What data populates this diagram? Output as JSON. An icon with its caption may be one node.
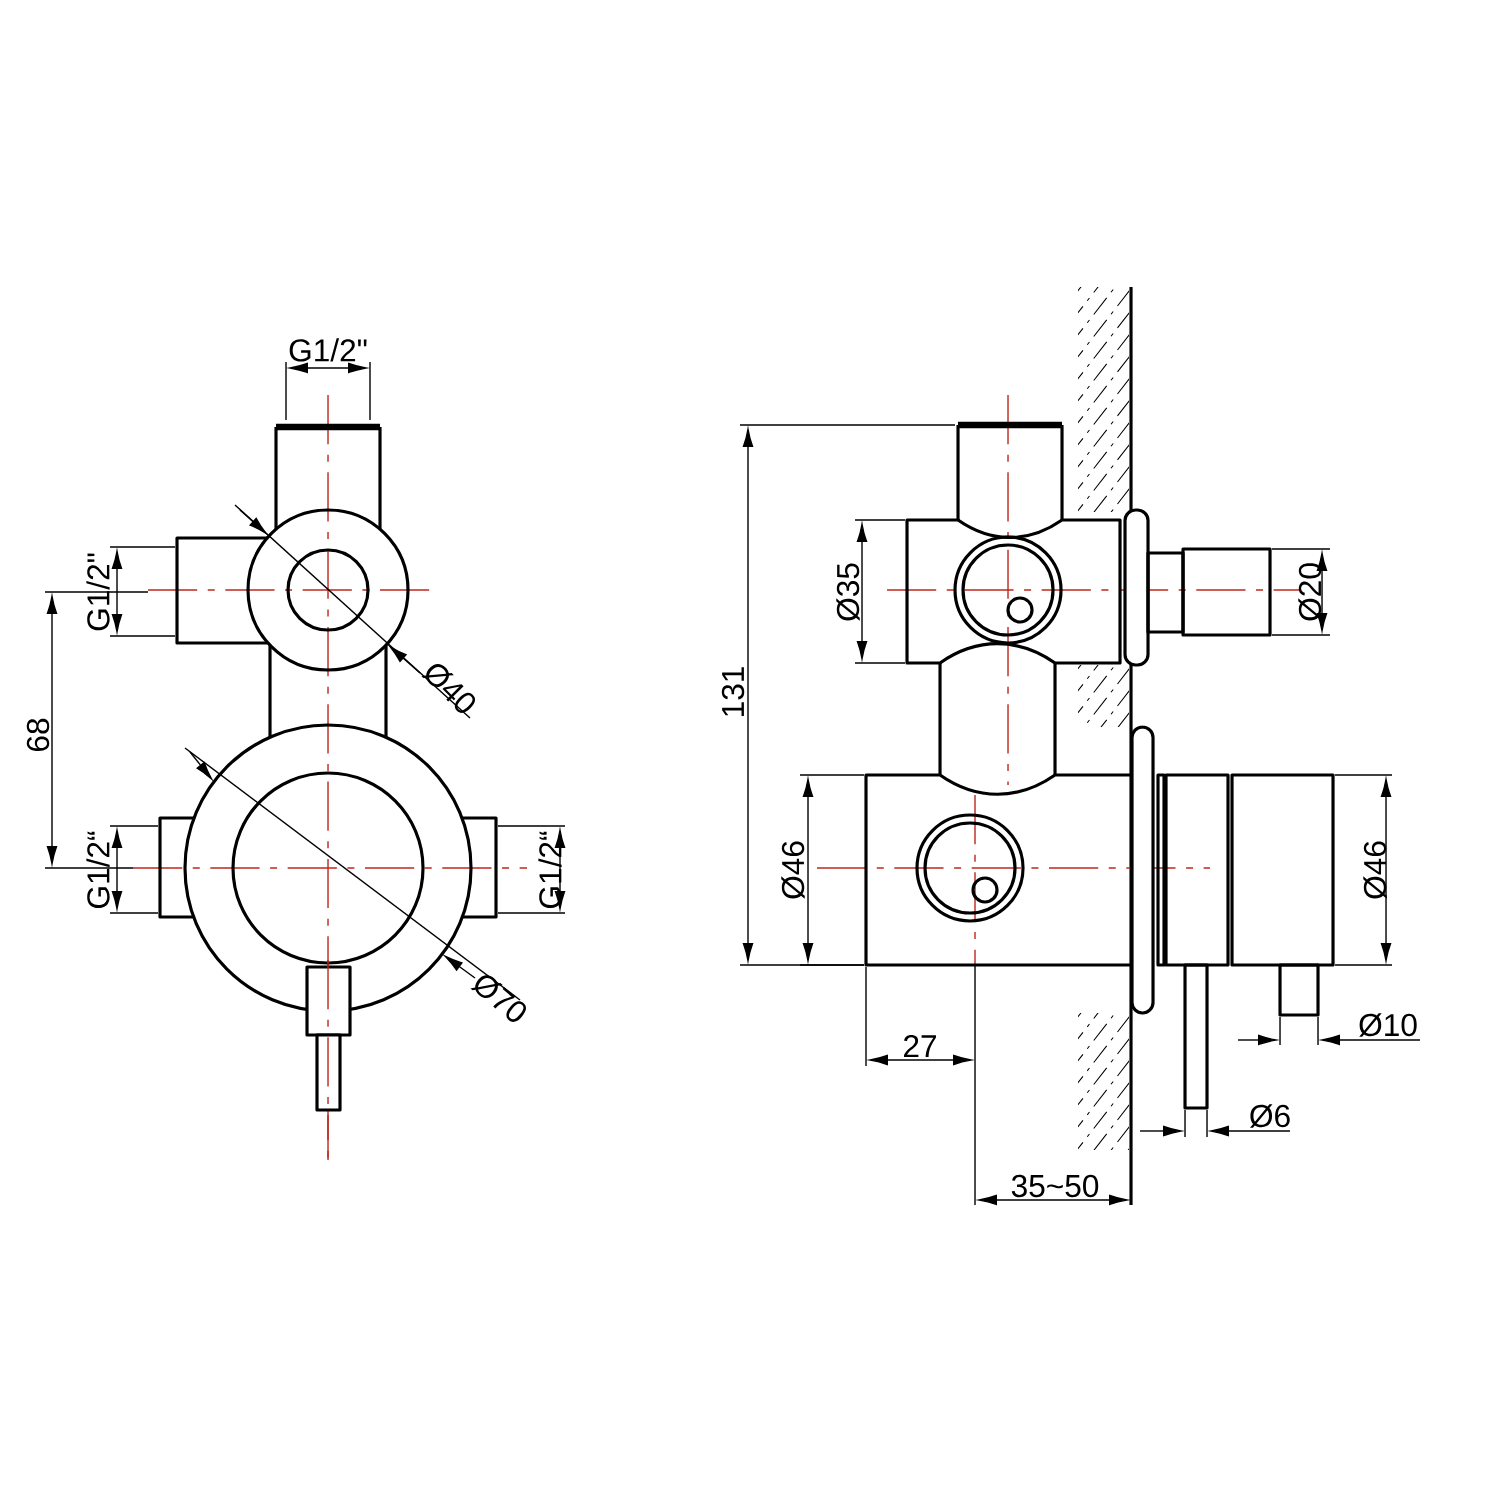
{
  "diagram": {
    "labels": [
      "G1/2\"",
      "G1/2\"",
      "Ø40",
      "68",
      "G1/2“",
      "G1/2“",
      "Ø70",
      "131",
      "Ø35",
      "Ø20",
      "Ø46",
      "Ø46",
      "Ø10",
      "27",
      "Ø6",
      "35~50"
    ]
  }
}
